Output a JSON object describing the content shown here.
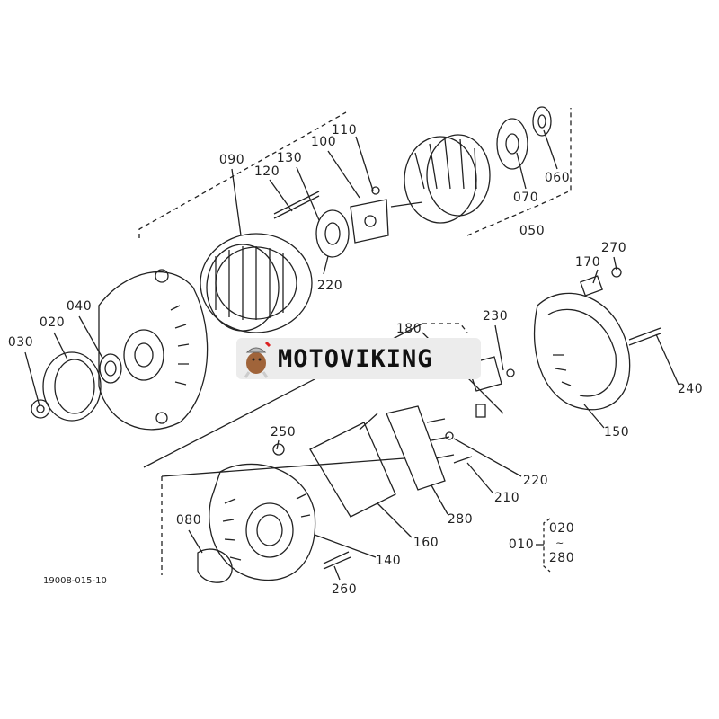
{
  "diagram_code": "19008-015-10",
  "watermark": "MOTOVIKING",
  "labels": {
    "p090": "090",
    "p120": "120",
    "p130": "130",
    "p100": "100",
    "p110": "110",
    "p070": "070",
    "p060": "060",
    "p050": "050",
    "p220a": "220",
    "p040": "040",
    "p020": "020",
    "p030": "030",
    "p180": "180",
    "p230": "230",
    "p170": "170",
    "p270": "270",
    "p240": "240",
    "p150": "150",
    "p250": "250",
    "p220b": "220",
    "p210": "210",
    "p280": "280",
    "p160": "160",
    "p080": "080",
    "p140": "140",
    "p260": "260"
  },
  "assembly": {
    "label": "010",
    "from": "020",
    "range_mark": "~",
    "to": "280"
  }
}
